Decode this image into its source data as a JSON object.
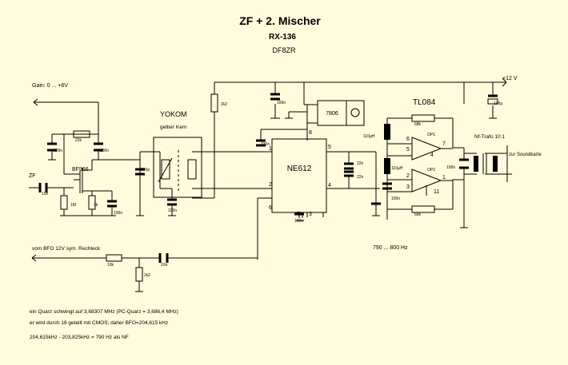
{
  "title": "ZF + 2. Mischer",
  "subtitle": "RX-136",
  "author": "DF8ZR",
  "labels": {
    "gain": "Gain: 0 ... +6V",
    "supply": "+12 V",
    "tl084": "TL084",
    "yokom": "YOKOM",
    "yokom_sub": "gelber Kern",
    "ne612": "NE612",
    "reg": "7806",
    "bf966": "BF966",
    "zf": "ZF",
    "nf_trafo": "Nf-Trafo 10:1",
    "soundcard": "zur Soundkarte",
    "bfo": "vom BFO 12V sym. Rechteck",
    "freq": "790 ... 800 Hz",
    "op1": "OP1",
    "op2": "OP2"
  },
  "components": {
    "r22k": "22k",
    "c100n_a": "100n",
    "c100n_b": "100n",
    "r2k2_a": "2k2",
    "c100n_reg": "100n",
    "c330n": "330n",
    "c330p": "330p",
    "c100n_tank": "100n",
    "c100n_ne": "100n",
    "c22n_a": "22n",
    "c22n_b": "22n",
    "l110uh_a": "110µH",
    "l110uh_b": "110µH",
    "c100n_l": "100n",
    "r68k_a": "68k",
    "r68k_b": "68k",
    "c100n_out": "100n",
    "c100u": "100µ",
    "c10n_zf": "10n",
    "r1m": "1M",
    "r1k": "1k",
    "c100n_src": "100n",
    "r10k": "10k",
    "r2k2_b": "2k2",
    "c10n_bfo": "10n"
  },
  "pins": {
    "p1": "1",
    "p2": "2",
    "p3": "3",
    "p4": "4",
    "p5": "5",
    "p6": "6",
    "p7": "7",
    "p8": "8",
    "op_p1": "1",
    "op_p2": "2",
    "op_p3": "3",
    "op_p4": "4",
    "op_p5": "5",
    "op_p6": "6",
    "op_p7": "7",
    "op_p11": "11"
  },
  "notes": {
    "line1": "ein Quarz schwingt auf 3,68307 MHz (PC-Quarz = 3,686,4 MHz)",
    "line2": "er wird durch 18 geteilt mit CMOS; daher BFO=204,615 kHz",
    "line3": "204,615kHz - 203,825kHz = 790 Hz als NF"
  }
}
